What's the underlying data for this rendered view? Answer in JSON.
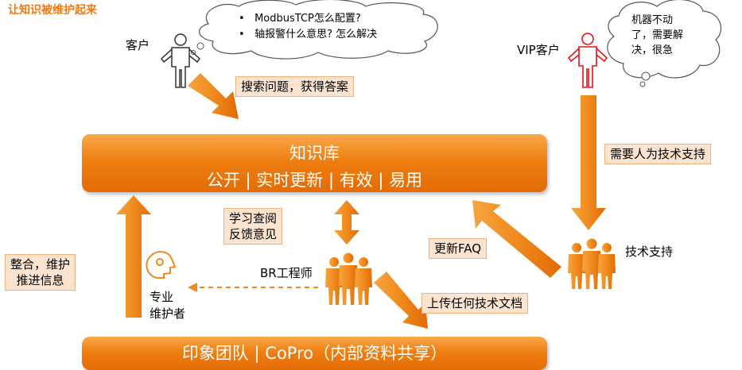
{
  "title": "让知识被维护起来",
  "cloud_customer": {
    "bullets": [
      "ModbusTCP怎么配置?",
      "轴报警什么意思? 怎么解决"
    ]
  },
  "cloud_vip": {
    "lines": [
      "机器不动",
      "了，需要解",
      "决，很急"
    ]
  },
  "actors": {
    "customer": "客户",
    "vip_customer": "VIP客户",
    "br_engineer": "BR工程师",
    "tech_support": "技术支持",
    "maintainer_line1": "专业",
    "maintainer_line2": "维护者"
  },
  "knowledge_base": {
    "title": "知识库",
    "subtitle": "公开 | 实时更新 | 有效 | 易用"
  },
  "copro": {
    "label": "印象团队 | CoPro（内部资料共享）"
  },
  "tags": {
    "search": "搜索问题，获得答案",
    "need_support": "需要人为技术支持",
    "study_line1": "学习查阅",
    "study_line2": "反馈意见",
    "update_faq": "更新FAQ",
    "upload_docs": "上传任何技术文档",
    "integrate_line1": "整合，维护",
    "integrate_line2": "推进信息"
  },
  "colors": {
    "orange": "#ef7f12",
    "vip_red": "#e8121c",
    "title_orange": "#f07a12"
  }
}
